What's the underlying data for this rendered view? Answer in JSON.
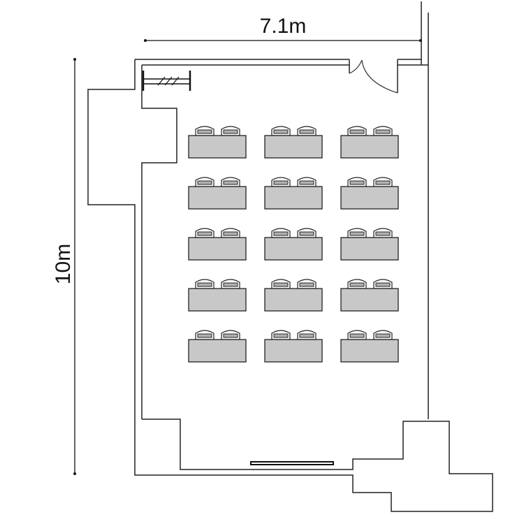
{
  "dimensions": {
    "width_label": "7.1m",
    "height_label": "10m"
  },
  "layout": {
    "rows": 5,
    "columns": 3,
    "seats_per_desk": 2
  },
  "colors": {
    "desk_fill": "#c8c8c8",
    "line": "#222222",
    "background": "#ffffff"
  }
}
